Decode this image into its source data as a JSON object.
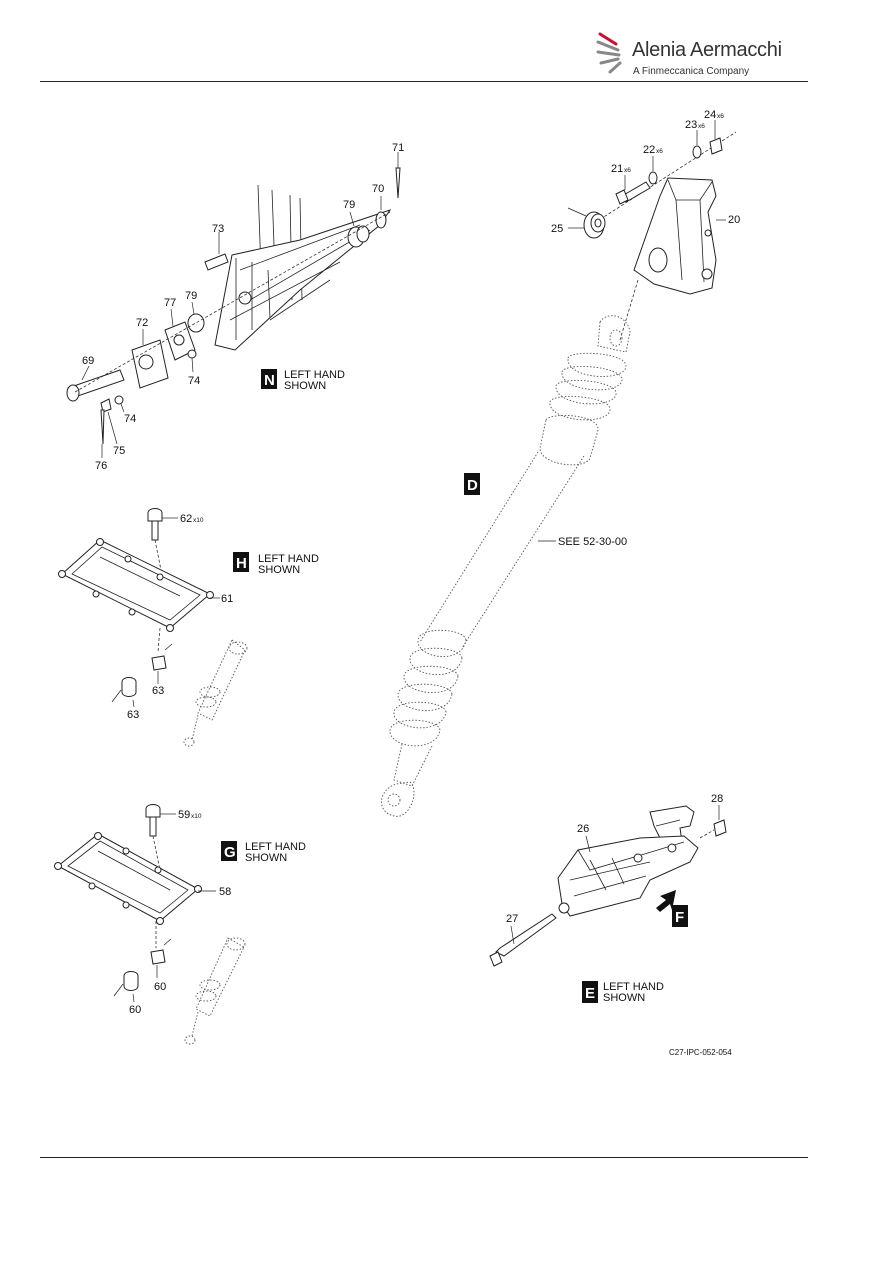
{
  "brand": {
    "name": "Alenia Aermacchi",
    "tagline": "A Finmeccanica Company",
    "accent_color": "#c8102e",
    "logo_icon": "swoosh-logo-icon"
  },
  "figure_id": "C27-IPC-052-054",
  "see_reference": "SEE 52-30-00",
  "views": {
    "n": {
      "letter": "N",
      "note_line1": "LEFT HAND",
      "note_line2": "SHOWN"
    },
    "h": {
      "letter": "H",
      "note_line1": "LEFT HAND",
      "note_line2": "SHOWN"
    },
    "g": {
      "letter": "G",
      "note_line1": "LEFT HAND",
      "note_line2": "SHOWN"
    },
    "d": {
      "letter": "D"
    },
    "e": {
      "letter": "E",
      "note_line1": "LEFT HAND",
      "note_line2": "SHOWN"
    },
    "f": {
      "letter": "F"
    }
  },
  "callouts": {
    "c71": "71",
    "c70": "70",
    "c79a": "79",
    "c73": "73",
    "c79b": "79",
    "c77": "77",
    "c72": "72",
    "c69": "69",
    "c74a": "74",
    "c74b": "74",
    "c75": "75",
    "c76": "76",
    "c62": "62",
    "c62q": "x10",
    "c61": "61",
    "c63a": "63",
    "c63b": "63",
    "c59": "59",
    "c59q": "x10",
    "c58": "58",
    "c60a": "60",
    "c60b": "60",
    "c24": "24",
    "c24q": "x6",
    "c23": "23",
    "c23q": "x6",
    "c22": "22",
    "c22q": "x6",
    "c21": "21",
    "c21q": "x6",
    "c25": "25",
    "c20": "20",
    "c28": "28",
    "c26": "26",
    "c27": "27"
  }
}
